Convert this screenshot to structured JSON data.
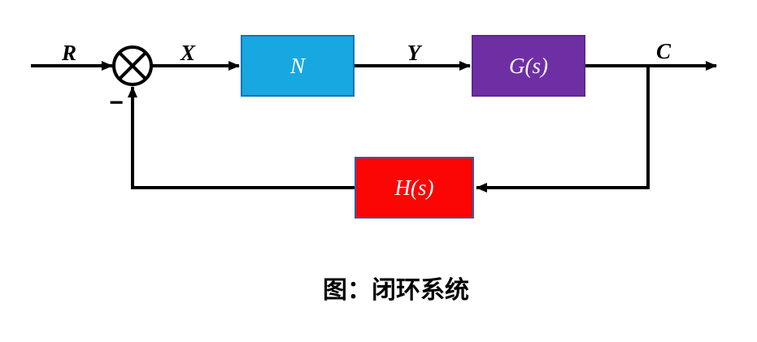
{
  "diagram": {
    "caption": "图：闭环系统",
    "signals": {
      "input": "R",
      "error": "X",
      "intermediate": "Y",
      "output": "C"
    },
    "summing_junction": {
      "minus_sign": "−",
      "symbol": "circle-with-cross"
    },
    "blocks": {
      "n": {
        "label": "N",
        "fill": "#17A8E1",
        "border": "#1473B8"
      },
      "g": {
        "label": "G(s)",
        "fill": "#6E2FA5",
        "border": "#60278F"
      },
      "h": {
        "label": "H(s)",
        "fill": "#FB0505",
        "border": "#2E5FA8"
      }
    },
    "colors": {
      "line": "#000000",
      "block_text": "#ffffff",
      "background": "#ffffff"
    }
  }
}
